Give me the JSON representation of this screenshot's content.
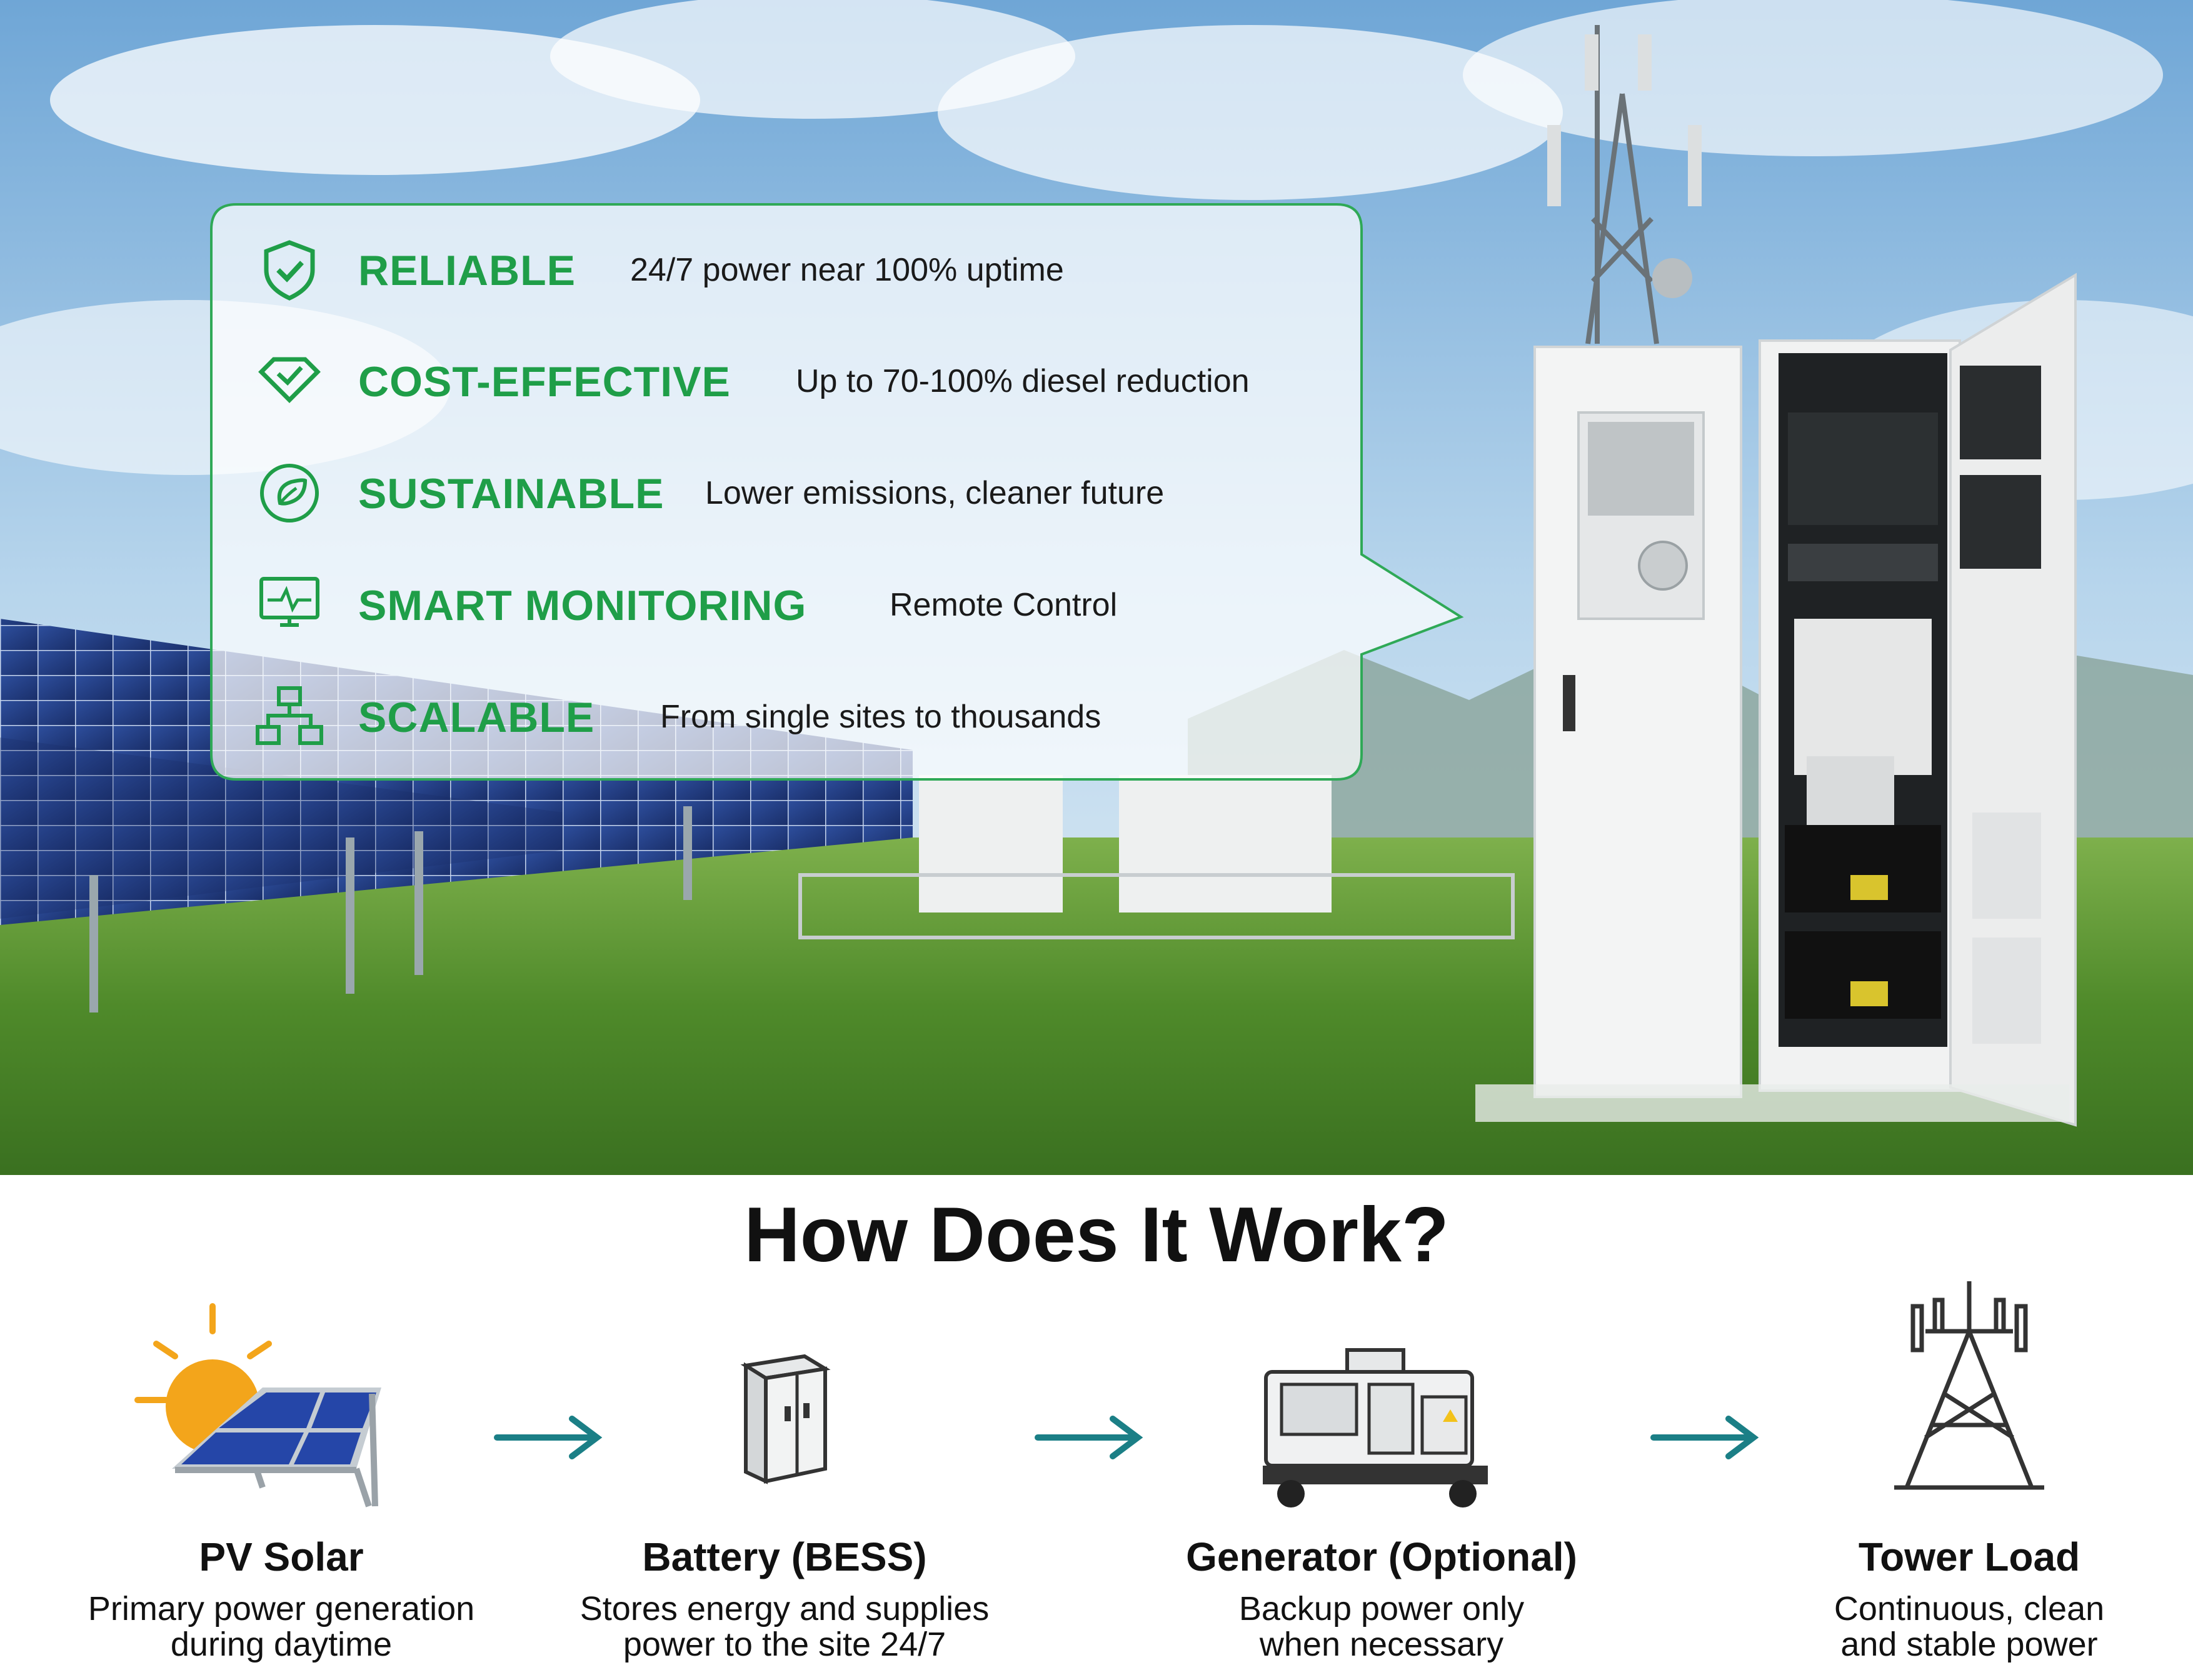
{
  "features": [
    {
      "title": "RELIABLE",
      "desc": "24/7 power near 100% uptime",
      "icon": "shield-check-icon"
    },
    {
      "title": "COST-EFFECTIVE",
      "desc": "Up to 70-100% diesel reduction",
      "icon": "diamond-check-icon"
    },
    {
      "title": "SUSTAINABLE",
      "desc": "Lower emissions, cleaner future",
      "icon": "leaf-circle-icon"
    },
    {
      "title": "SMART MONITORING",
      "desc": "Remote Control",
      "icon": "monitor-pulse-icon"
    },
    {
      "title": "SCALABLE",
      "desc": "From single sites to thousands",
      "icon": "hierarchy-icon"
    }
  ],
  "heading": "How Does It Work?",
  "steps": [
    {
      "name": "PV Solar",
      "line1": "Primary power generation",
      "line2": "during daytime",
      "icon": "solar-panel-icon"
    },
    {
      "name": "Battery (BESS)",
      "line1": "Stores energy and supplies",
      "line2": "power to the site 24/7",
      "icon": "battery-cabinet-icon"
    },
    {
      "name": "Generator (Optional)",
      "line1": "Backup power only",
      "line2": "when necessary",
      "icon": "generator-icon"
    },
    {
      "name": "Tower Load",
      "line1": "Continuous, clean",
      "line2": "and stable power",
      "icon": "tower-icon"
    }
  ],
  "colors": {
    "accent": "#1f9e48",
    "arrow": "#1b7f86",
    "sun": "#f3a51b",
    "panel": "#2546a8"
  }
}
